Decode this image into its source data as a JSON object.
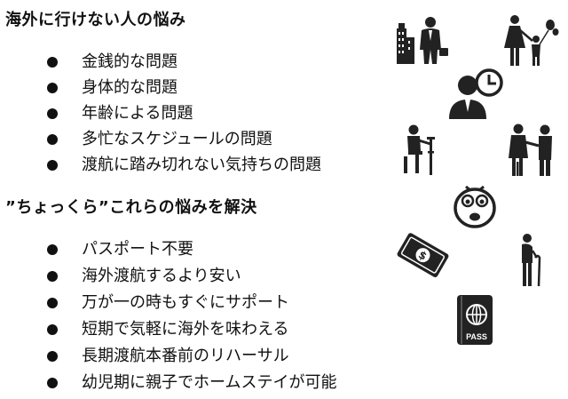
{
  "section1": {
    "heading": "海外に行けない人の悩み",
    "items": [
      "金銭的な問題",
      "身体的な問題",
      "年齢による問題",
      "多忙なスケジュールの問題",
      "渡航に踏み切れない気持ちの問題"
    ]
  },
  "section2": {
    "heading": "”ちょっくら”これらの悩みを解決",
    "items": [
      "パスポート不要",
      "海外渡航するより安い",
      "万が一の時もすぐにサポート",
      "短期で気軽に海外を味わえる",
      "長期渡航本番前のリハーサル",
      "幼児期に親子でホームステイが可能"
    ]
  },
  "icons": {
    "names": [
      "businessman-city-icon",
      "family-balloon-icon",
      "busy-businessman-clock-icon",
      "disabled-person-crutch-icon",
      "caregiver-elderly-icon",
      "worried-face-icon",
      "money-bill-icon",
      "elderly-person-cane-icon",
      "passport-icon"
    ],
    "passport_text": "PASS"
  },
  "colors": {
    "text": "#111111",
    "icon": "#222222",
    "background": "#ffffff"
  }
}
